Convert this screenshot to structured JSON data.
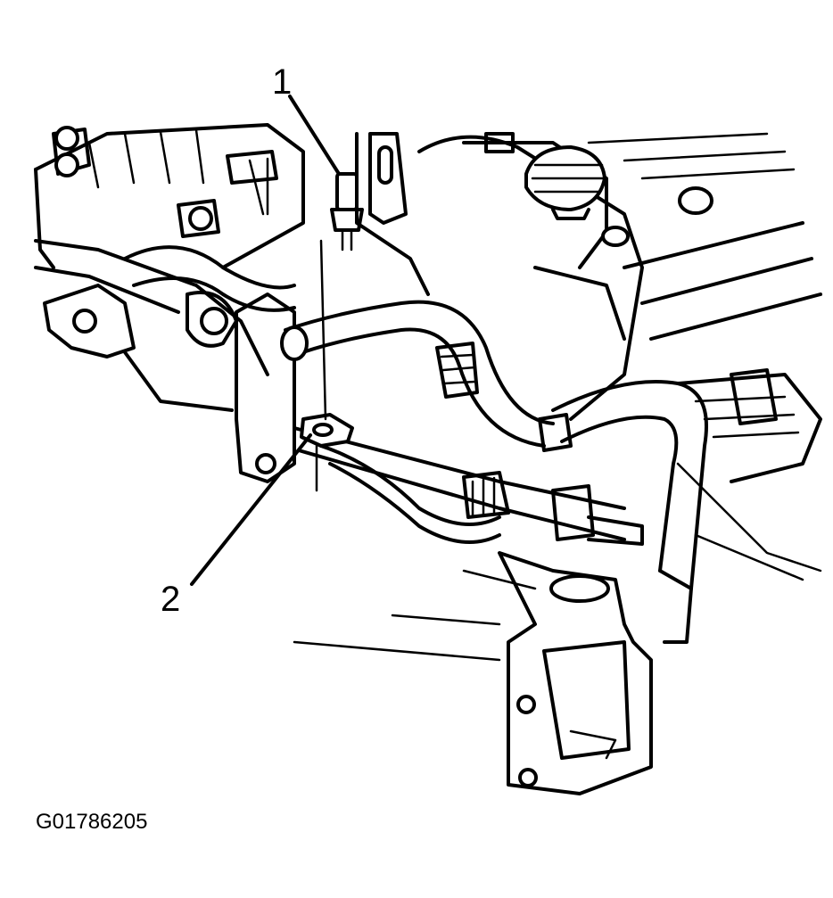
{
  "figure": {
    "id": "G01786205",
    "callouts": [
      {
        "number": "1"
      },
      {
        "number": "2"
      }
    ]
  },
  "colors": {
    "line": "#000000",
    "background": "#ffffff"
  },
  "icons": [
    "engine-assembly-drawing",
    "sensor-component",
    "mounting-bolt"
  ]
}
